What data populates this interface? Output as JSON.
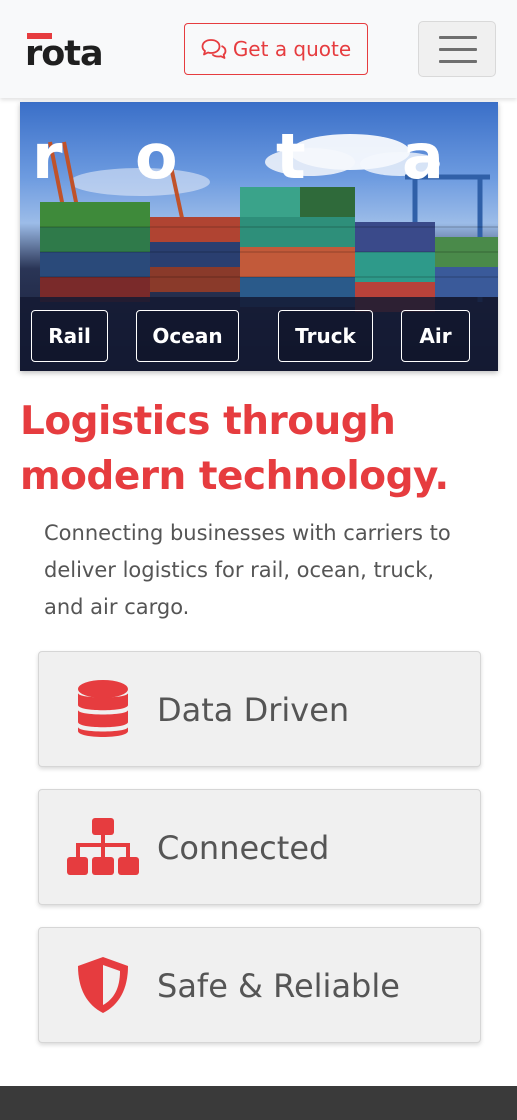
{
  "header": {
    "logo_text": "rota",
    "quote_button_label": "Get a quote",
    "menu_icon": "hamburger-menu-icon",
    "quote_icon": "chat-bubbles-icon"
  },
  "hero": {
    "letters": [
      "r",
      "o",
      "t",
      "a"
    ],
    "tags": [
      "Rail",
      "Ocean",
      "Truck",
      "Air"
    ]
  },
  "main": {
    "headline": "Logistics through modern technology.",
    "subtext": "Connecting businesses with carriers to deliver logistics for rail, ocean, truck, and air cargo."
  },
  "features": [
    {
      "label": "Data Driven",
      "icon": "database-icon"
    },
    {
      "label": "Connected",
      "icon": "sitemap-icon"
    },
    {
      "label": "Safe & Reliable",
      "icon": "shield-icon"
    }
  ],
  "colors": {
    "accent": "#e63c3f",
    "text_gray": "#555555",
    "card_bg": "#f0f0f0",
    "footer": "#3a3a3a"
  }
}
